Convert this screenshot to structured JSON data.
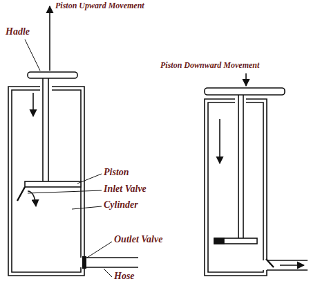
{
  "diagram": {
    "labels": [
      "Piston Upward Movement",
      "Hadle",
      "Piston",
      "Inlet Valve",
      "Cylinder",
      "Outlet Valve",
      "Hose",
      "Piston Downward Movement"
    ]
  }
}
